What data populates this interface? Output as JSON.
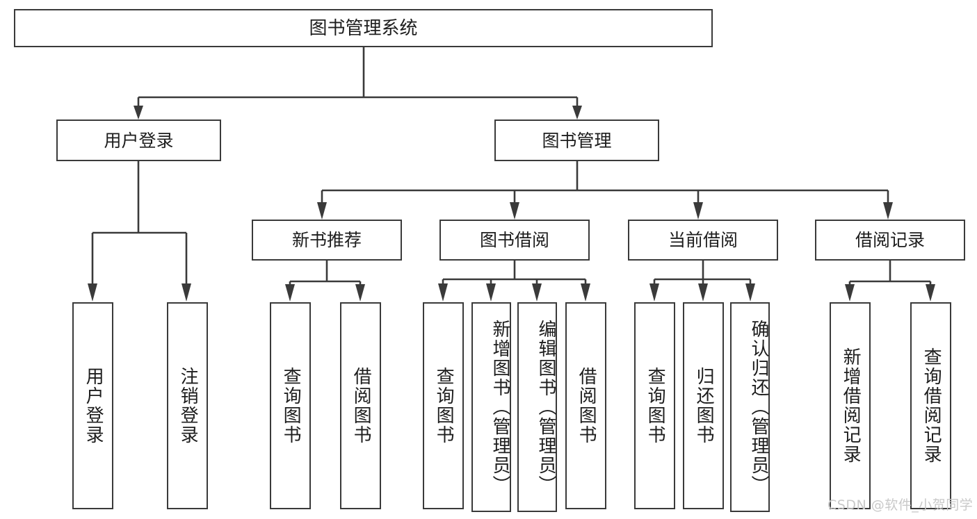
{
  "diagram": {
    "type": "tree-hierarchy",
    "orientation": "top-down",
    "title": "图书管理系统",
    "root": {
      "label": "图书管理系统"
    },
    "level2": [
      {
        "label": "用户登录"
      },
      {
        "label": "图书管理"
      }
    ],
    "level3": [
      {
        "label": "新书推荐"
      },
      {
        "label": "图书借阅"
      },
      {
        "label": "当前借阅"
      },
      {
        "label": "借阅记录"
      }
    ],
    "leaves": {
      "user_login": [
        {
          "label": "用户登录"
        },
        {
          "label": "注销登录"
        }
      ],
      "new_book_recommend": [
        {
          "label": "查询图书"
        },
        {
          "label": "借阅图书"
        }
      ],
      "book_borrow": [
        {
          "label": "查询图书"
        },
        {
          "label": "新增图书（管理员）"
        },
        {
          "label": "编辑图书（管理员）"
        },
        {
          "label": "借阅图书"
        }
      ],
      "current_borrow": [
        {
          "label": "查询图书"
        },
        {
          "label": "归还图书"
        },
        {
          "label": "确认归还（管理员）"
        }
      ],
      "borrow_record": [
        {
          "label": "新增借阅记录"
        },
        {
          "label": "查询借阅记录"
        }
      ]
    },
    "watermark": "CSDN @软件_小贺同学",
    "colors": {
      "box_border": "#3a3a3a",
      "box_fill": "#ffffff",
      "text": "#1d1d1d",
      "connector": "#3a3a3a",
      "watermark": "#c9c9c9",
      "background": "#ffffff"
    }
  }
}
